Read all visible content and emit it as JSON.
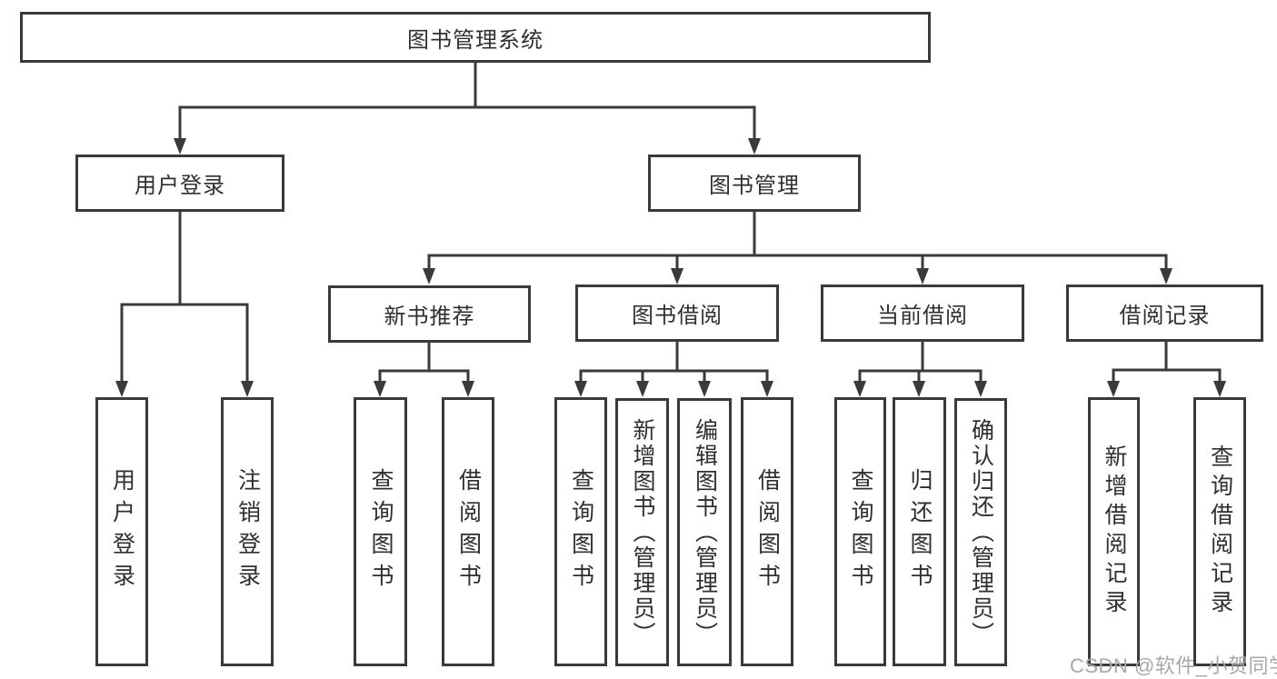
{
  "diagram": {
    "colors": {
      "line": "#3a3a3a",
      "text": "#2f2f2f",
      "watermark": "#a6a8ab",
      "background": "#ffffff"
    },
    "nodes": {
      "root": "图书管理系统",
      "user_login": {
        "label": "用户登录",
        "children": [
          "用户登录",
          "注销登录"
        ]
      },
      "book_mgmt": {
        "label": "图书管理",
        "sections": [
          {
            "label": "新书推荐",
            "children": [
              "查询图书",
              "借阅图书"
            ]
          },
          {
            "label": "图书借阅",
            "children": [
              "查询图书",
              "新增图书（管理员）",
              "编辑图书（管理员）",
              "借阅图书"
            ]
          },
          {
            "label": "当前借阅",
            "children": [
              "查询图书",
              "归还图书",
              "确认归还（管理员）"
            ]
          },
          {
            "label": "借阅记录",
            "children": [
              "新增借阅记录",
              "查询借阅记录"
            ]
          }
        ]
      }
    },
    "watermark": "CSDN @软件_小贺同学"
  }
}
